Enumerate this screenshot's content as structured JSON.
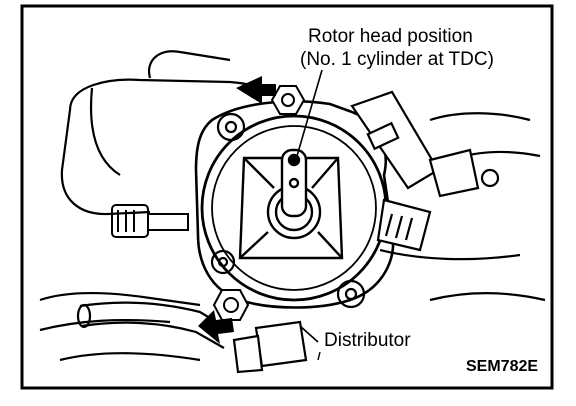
{
  "labels": {
    "rotor_line1": "Rotor head position",
    "rotor_line2": "(No. 1 cylinder at TDC)",
    "distributor": "Distributor",
    "figure_code": "SEM782E"
  },
  "colors": {
    "ink": "#000000",
    "paper": "#ffffff"
  }
}
